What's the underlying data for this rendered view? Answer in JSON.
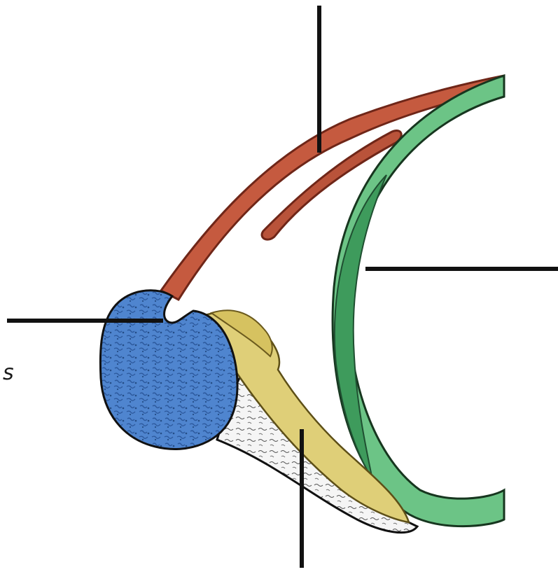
{
  "diagram": {
    "visible_text": "s",
    "colors": {
      "background": "#ffffff",
      "muscle_red": "#c55a3f",
      "muscle_red_dark": "#a7452f",
      "tendon_green": "#6cc486",
      "tendon_green_dark": "#3e9b5c",
      "bone_blue": "#4f85cf",
      "bone_blue_texture": "#2d5a9e",
      "cartilage_yellow": "#dfcf78",
      "cartilage_yellow_dark": "#b8a44d",
      "bone_white": "#f3f3f3",
      "line_black": "#111111"
    },
    "leader_lines": [
      {
        "name": "top-pointer-line"
      },
      {
        "name": "left-pointer-line"
      },
      {
        "name": "right-pointer-line"
      },
      {
        "name": "bottom-pointer-line"
      }
    ]
  }
}
